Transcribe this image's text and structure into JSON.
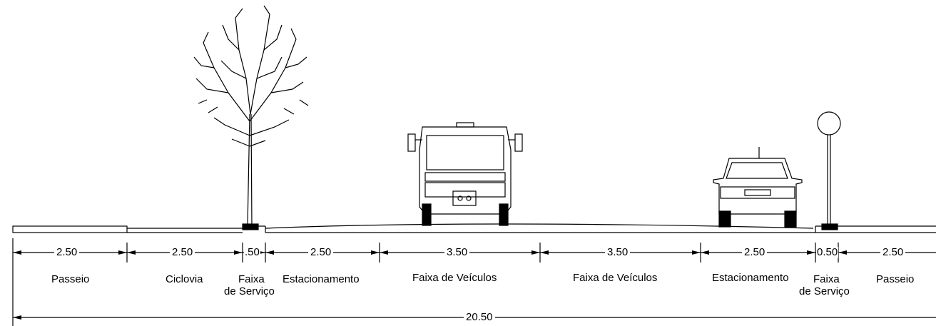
{
  "segments": [
    {
      "width": "2.50",
      "label": "Passeio"
    },
    {
      "width": "2.50",
      "label": "Ciclovia"
    },
    {
      "width": ".50",
      "label": "Faixa de Serviço"
    },
    {
      "width": "2.50",
      "label": "Estacionamento"
    },
    {
      "width": "3.50",
      "label": "Faixa de Veículos"
    },
    {
      "width": "3.50",
      "label": "Faixa de Veículos"
    },
    {
      "width": "2.50",
      "label": "Estacionamento"
    },
    {
      "width": "0.50",
      "label": "Faixa de Serviço"
    },
    {
      "width": "2.50",
      "label": "Passeio"
    }
  ],
  "total_width": "20.50",
  "labels": {
    "passeio_left": "Passeio",
    "ciclovia": "Ciclovia",
    "faixa_servico_left_1": "Faixa",
    "faixa_servico_left_2": "de Serviço",
    "estacionamento_left": "Estacionamento",
    "faixa_veiculos_left": "Faixa de Veículos",
    "faixa_veiculos_right": "Faixa de Veículos",
    "estacionamento_right": "Estacionamento",
    "faixa_servico_right_1": "Faixa",
    "faixa_servico_right_2": "de Serviço",
    "passeio_right": "Passeio"
  },
  "dimensions": {
    "d1": "2.50",
    "d2": "2.50",
    "d3": ".50",
    "d4": "2.50",
    "d5": "3.50",
    "d6": "3.50",
    "d7": "2.50",
    "d8": "0.50",
    "d9": "2.50",
    "total": "20.50"
  },
  "colors": {
    "line": "#000000",
    "background": "#ffffff"
  }
}
